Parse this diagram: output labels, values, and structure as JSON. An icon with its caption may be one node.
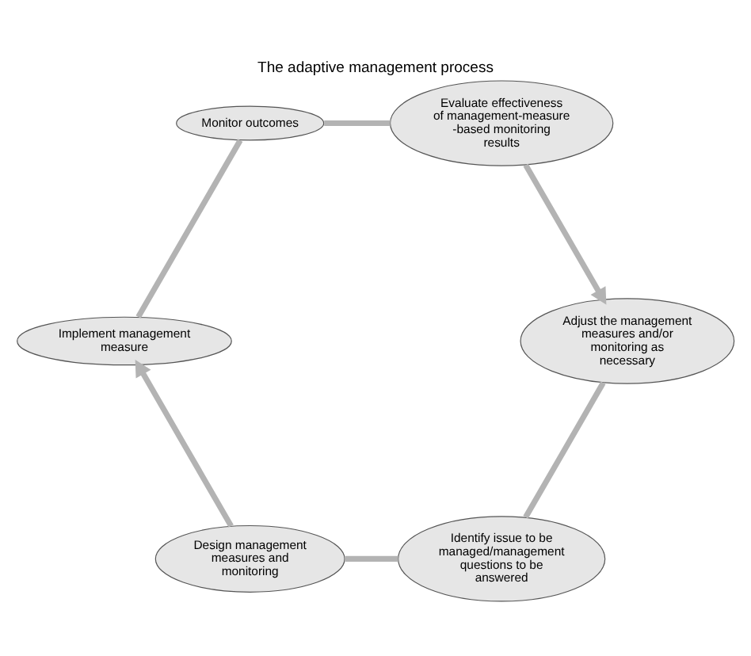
{
  "diagram": {
    "title": "The adaptive management process",
    "nodes": [
      {
        "text": [
          "Identify issue to be managed/management questions to be answered"
        ]
      },
      {
        "text": [
          "Design management measures and monitoring"
        ]
      },
      {
        "text": [
          "Implement management measure"
        ]
      },
      {
        "text": [
          "Monitor outcomes"
        ]
      },
      {
        "text": [
          "Evaluate effectiveness of management-measure -based monitoring results"
        ]
      },
      {
        "text": [
          "Adjust the management measures and/or monitoring as necessary"
        ]
      }
    ],
    "edges": [
      {
        "from": 0,
        "to": 1,
        "arrow": "none"
      },
      {
        "from": 1,
        "to": 2,
        "arrow": "to"
      },
      {
        "from": 2,
        "to": 3,
        "arrow": "none"
      },
      {
        "from": 3,
        "to": 4,
        "arrow": "none"
      },
      {
        "from": 4,
        "to": 5,
        "arrow": "to"
      },
      {
        "from": 5,
        "to": 0,
        "arrow": "none"
      }
    ]
  }
}
